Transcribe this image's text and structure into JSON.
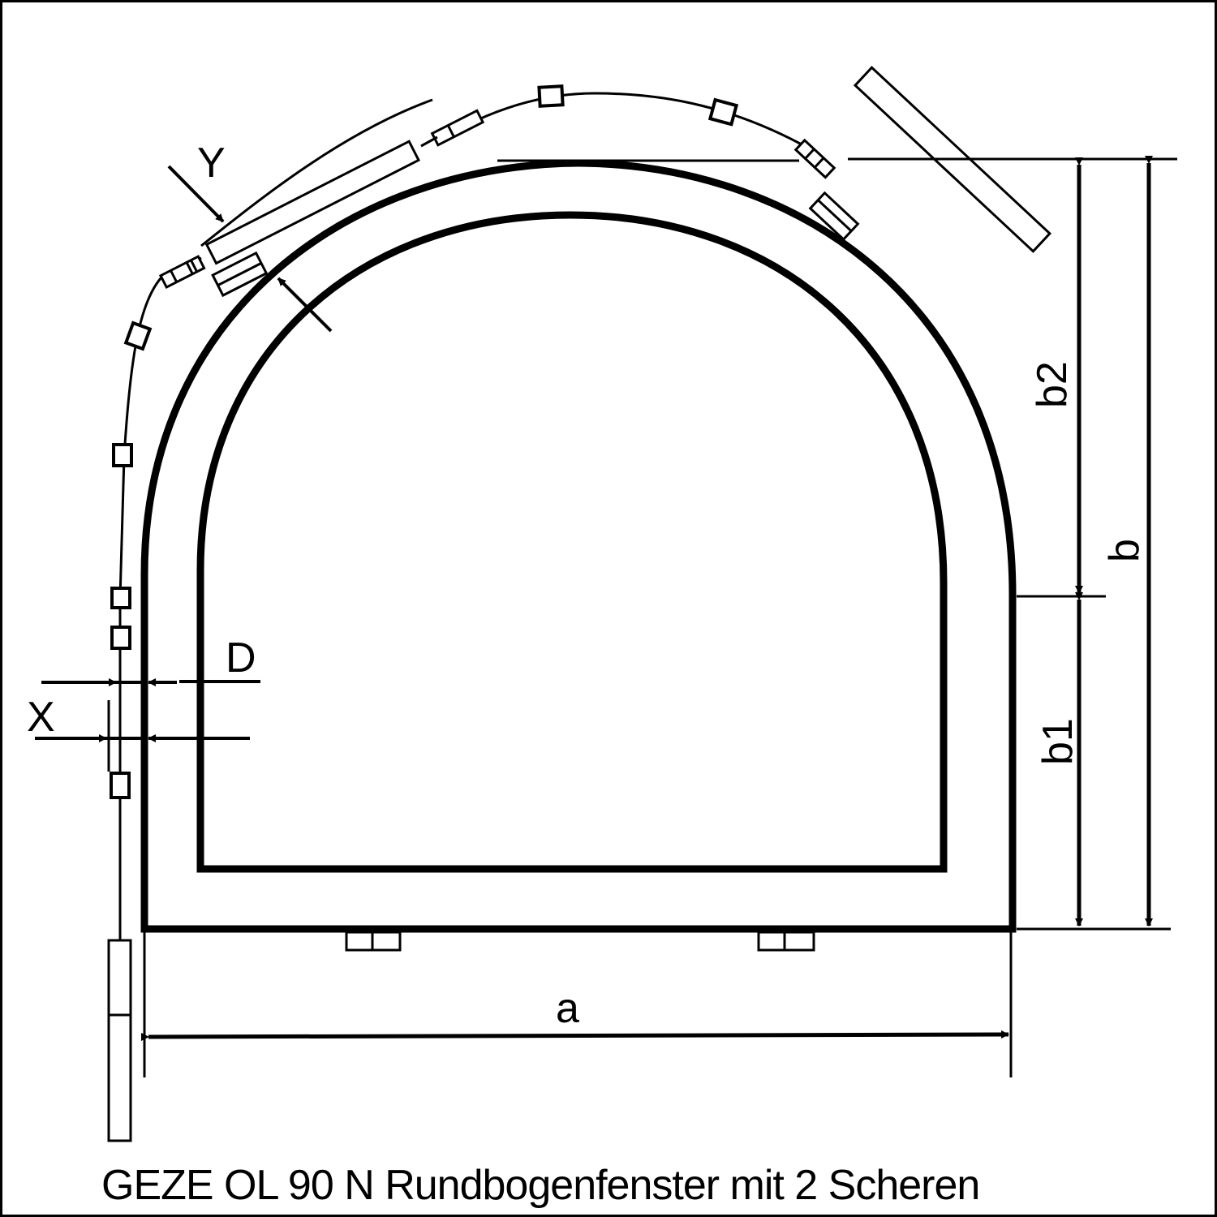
{
  "caption": "GEZE OL 90 N Rundbogenfenster mit 2 Scheren",
  "labels": {
    "width": "a",
    "total_height": "b",
    "lower_height": "b1",
    "arch_height": "b2",
    "depth": "D",
    "offset_x": "X",
    "offset_y": "Y"
  },
  "colors": {
    "stroke": "#000000",
    "background": "#ffffff"
  }
}
